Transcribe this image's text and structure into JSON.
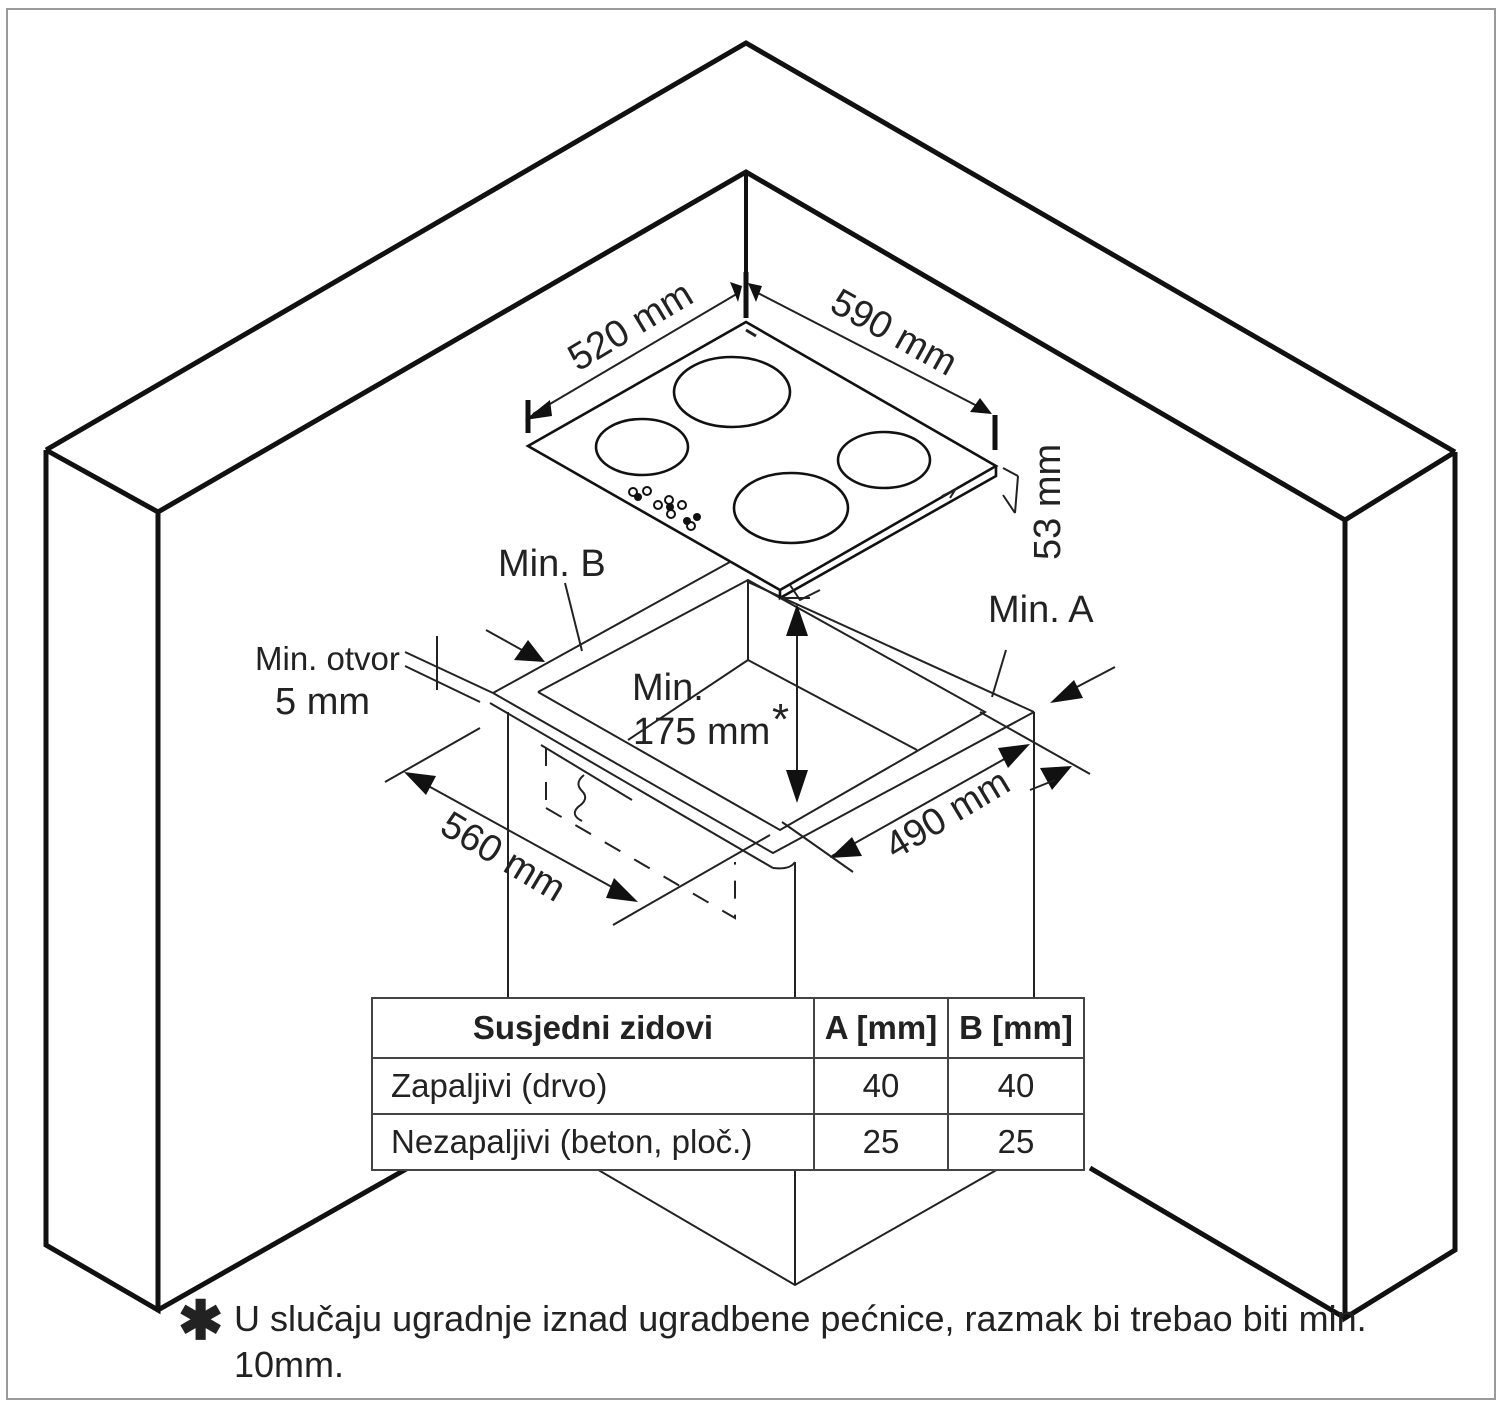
{
  "dimensions": {
    "depth_top": "520 mm",
    "width_top": "590 mm",
    "height": "53 mm",
    "cutout_width": "560 mm",
    "cutout_depth": "490 mm",
    "min_gap_label": "Min. otvor",
    "min_gap_value": "5 mm",
    "min_clearance_label": "Min.",
    "min_clearance_value": "175 mm",
    "min_clearance_asterisk": "*",
    "min_a": "Min. A",
    "min_b": "Min. B"
  },
  "table": {
    "headers": [
      "Susjedni zidovi",
      "A [mm]",
      "B [mm]"
    ],
    "rows": [
      {
        "label": "Zapaljivi (drvo)",
        "a": "40",
        "b": "40"
      },
      {
        "label": "Nezapaljivi (beton, ploč.)",
        "a": "25",
        "b": "25"
      }
    ]
  },
  "footnote": {
    "symbol": "✱",
    "text": "U slučaju ugradnje iznad ugradbene pećnice, razmak bi trebao biti min. 10mm."
  },
  "hob": {
    "burners": 4,
    "control_buttons": 10
  }
}
